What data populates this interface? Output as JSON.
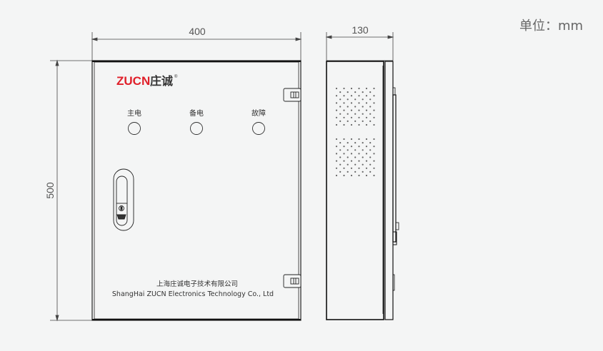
{
  "unit_label": "单位：mm",
  "dimensions": {
    "width": "400",
    "height": "500",
    "depth": "130"
  },
  "logo": {
    "brand_latin": "ZUCN",
    "brand_cn": "庄诚",
    "registered": "®",
    "brand_color": "#e0202a"
  },
  "indicators": [
    {
      "label": "主电"
    },
    {
      "label": "备电"
    },
    {
      "label": "故障"
    }
  ],
  "company": {
    "name_cn": "上海庄诚电子技术有限公司",
    "name_en": "ShangHai ZUCN Electronics Technology Co., Ltd"
  }
}
